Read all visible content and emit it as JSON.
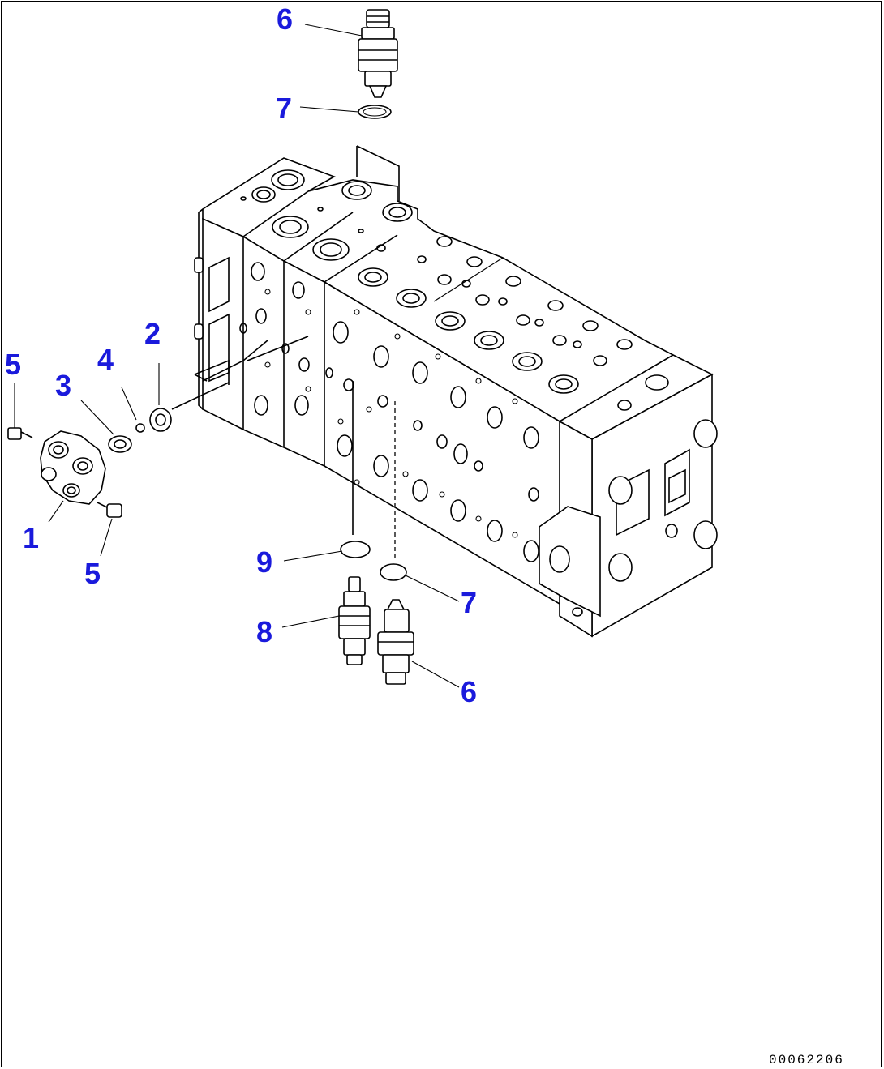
{
  "diagram": {
    "callouts": [
      {
        "id": "c6-top",
        "label": "6"
      },
      {
        "id": "c7-top",
        "label": "7"
      },
      {
        "id": "c2",
        "label": "2"
      },
      {
        "id": "c4",
        "label": "4"
      },
      {
        "id": "c3",
        "label": "3"
      },
      {
        "id": "c5-top",
        "label": "5"
      },
      {
        "id": "c1",
        "label": "1"
      },
      {
        "id": "c5-bottom",
        "label": "5"
      },
      {
        "id": "c9",
        "label": "9"
      },
      {
        "id": "c7-bottom",
        "label": "7"
      },
      {
        "id": "c8",
        "label": "8"
      },
      {
        "id": "c6-bottom",
        "label": "6"
      }
    ],
    "reference_number": "00062206"
  }
}
